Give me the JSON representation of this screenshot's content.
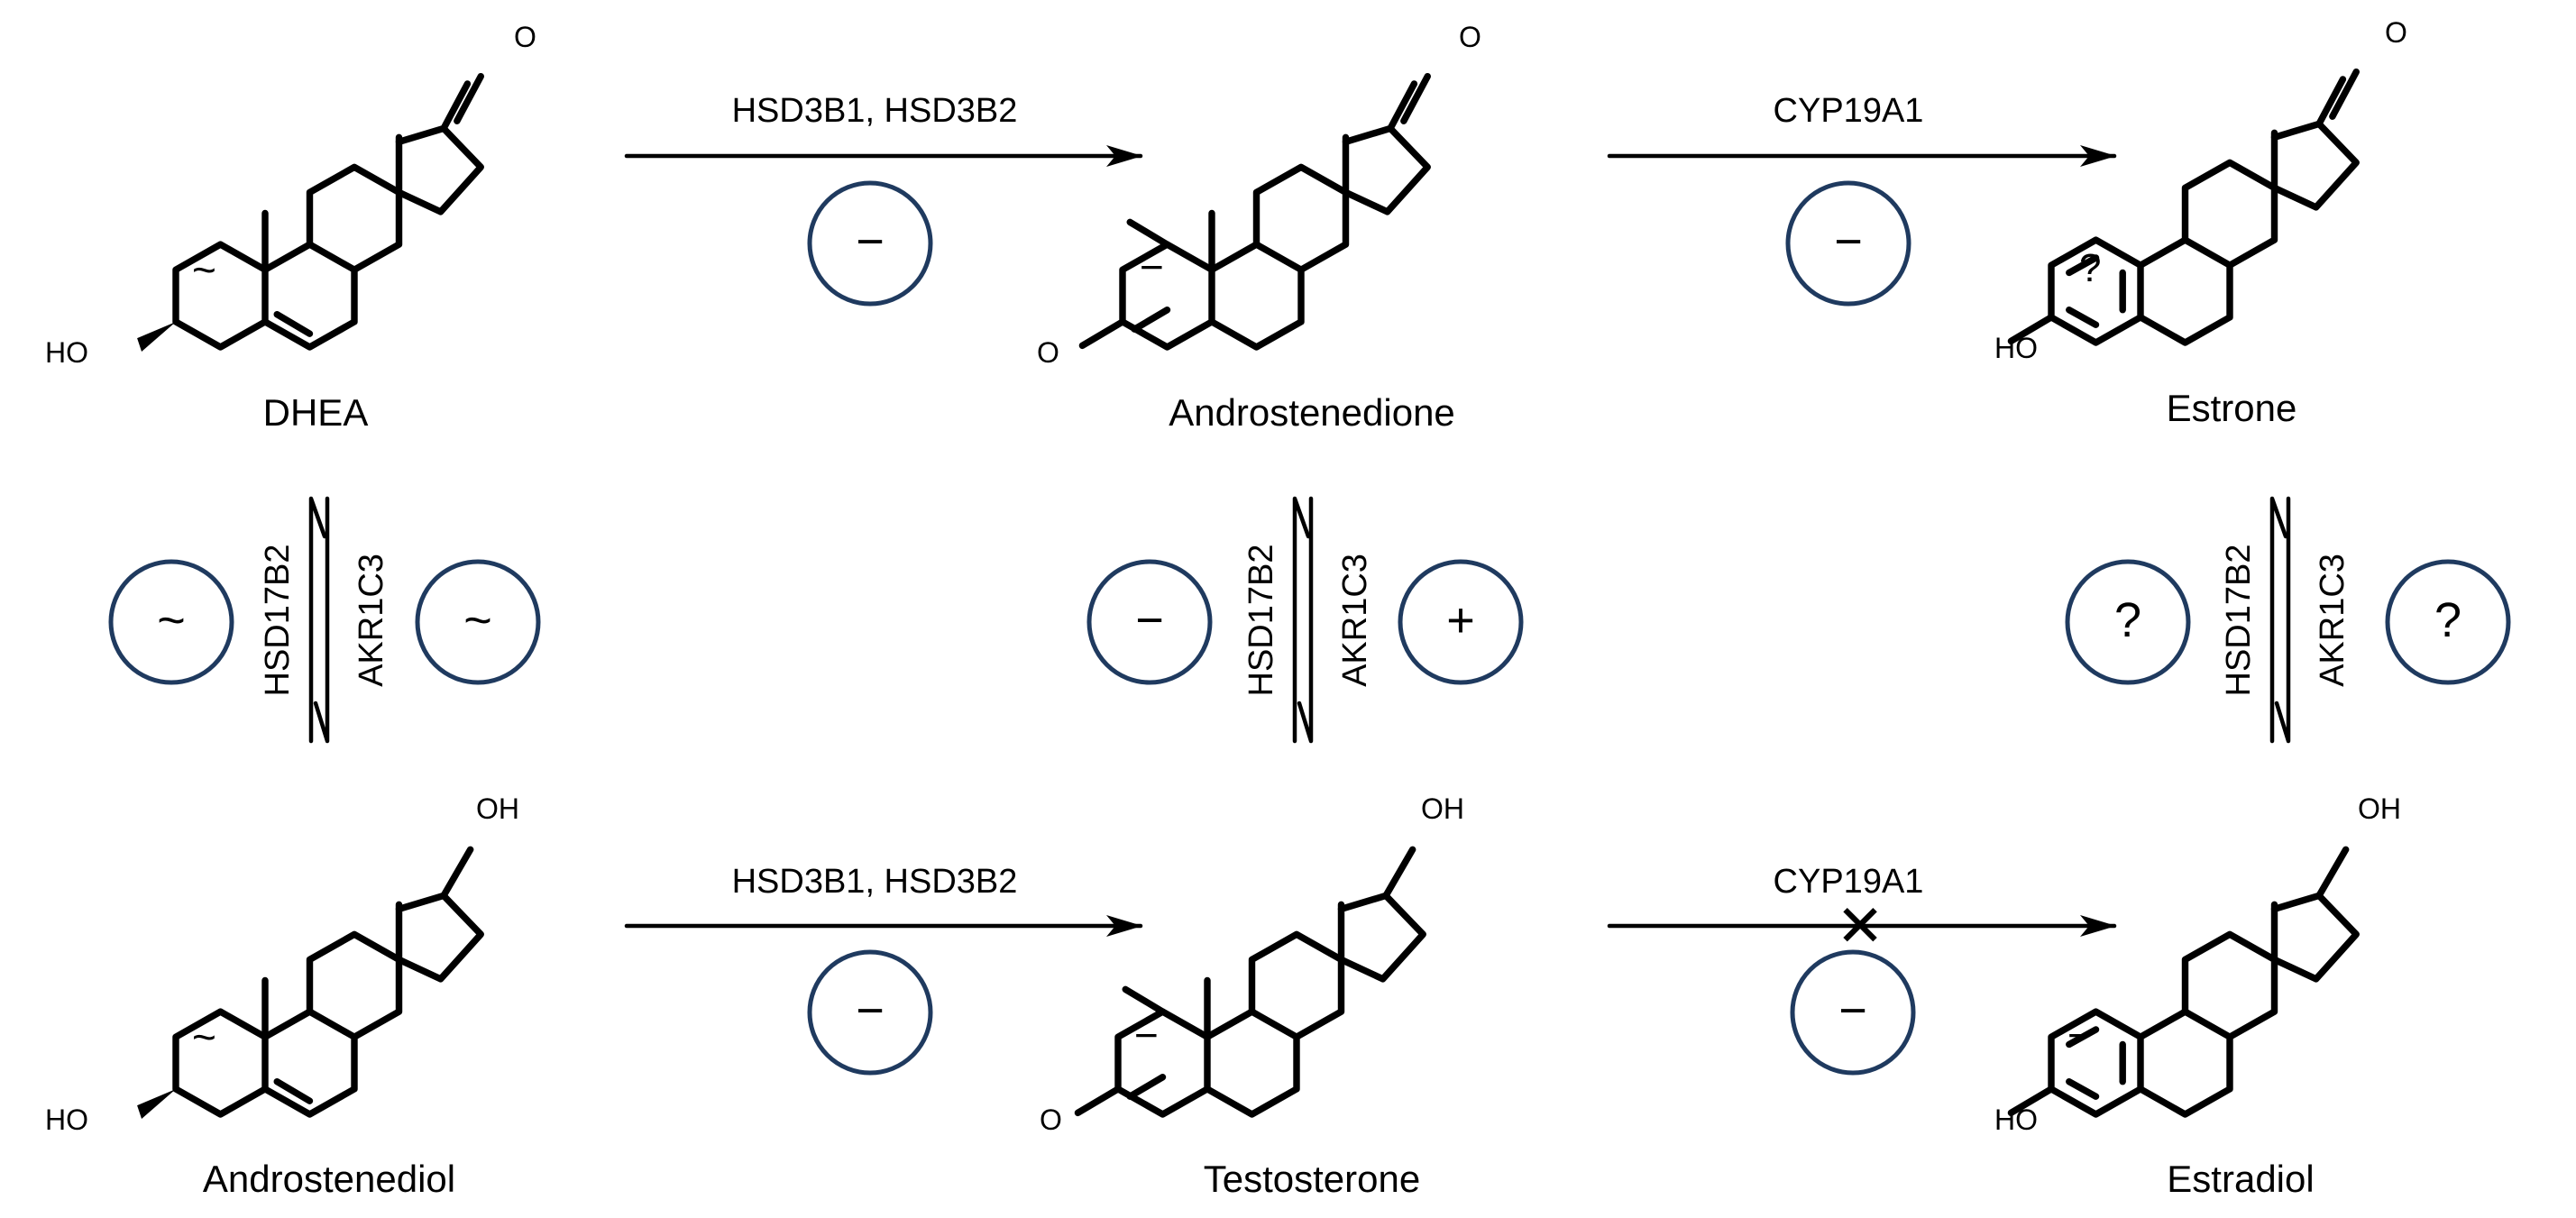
{
  "diagram": {
    "compounds": {
      "dhea": {
        "name": "DHEA",
        "substituents": [
          "HO",
          "O"
        ],
        "ring_mark": "~"
      },
      "androstenedione": {
        "name": "Androstenedione",
        "substituents": [
          "O",
          "O"
        ],
        "ring_mark": "−"
      },
      "estrone": {
        "name": "Estrone",
        "substituents": [
          "HO",
          "O"
        ],
        "ring_mark": "?"
      },
      "androstenediol": {
        "name": "Androstenediol",
        "substituents": [
          "HO",
          "OH"
        ],
        "ring_mark": "~"
      },
      "testosterone": {
        "name": "Testosterone",
        "substituents": [
          "O",
          "OH"
        ],
        "ring_mark": "−"
      },
      "estradiol": {
        "name": "Estradiol",
        "substituents": [
          "HO",
          "OH"
        ],
        "ring_mark": "−"
      }
    },
    "reactions": {
      "dhea_to_androstenedione": {
        "enzyme": "HSD3B1, HSD3B2",
        "effect": "−"
      },
      "androstenedione_to_estrone": {
        "enzyme": "CYP19A1",
        "effect": "−"
      },
      "androstenediol_to_testosterone": {
        "enzyme": "HSD3B1, HSD3B2",
        "effect": "−"
      },
      "testosterone_to_estradiol": {
        "enzyme": "CYP19A1",
        "effect": "−",
        "blocked_mark": "✕"
      },
      "dhea_androstenediol": {
        "enzyme_up": "HSD17B2",
        "enzyme_down": "AKR1C3",
        "effect_up": "~",
        "effect_down": "~"
      },
      "androstenedione_testosterone": {
        "enzyme_up": "HSD17B2",
        "enzyme_down": "AKR1C3",
        "effect_up": "−",
        "effect_down": "+"
      },
      "estrone_estradiol": {
        "enzyme_up": "HSD17B2",
        "enzyme_down": "AKR1C3",
        "effect_up": "?",
        "effect_down": "?"
      }
    },
    "colors": {
      "badge_border": "#1f3a5f",
      "ink": "#000000",
      "background": "#ffffff"
    }
  }
}
